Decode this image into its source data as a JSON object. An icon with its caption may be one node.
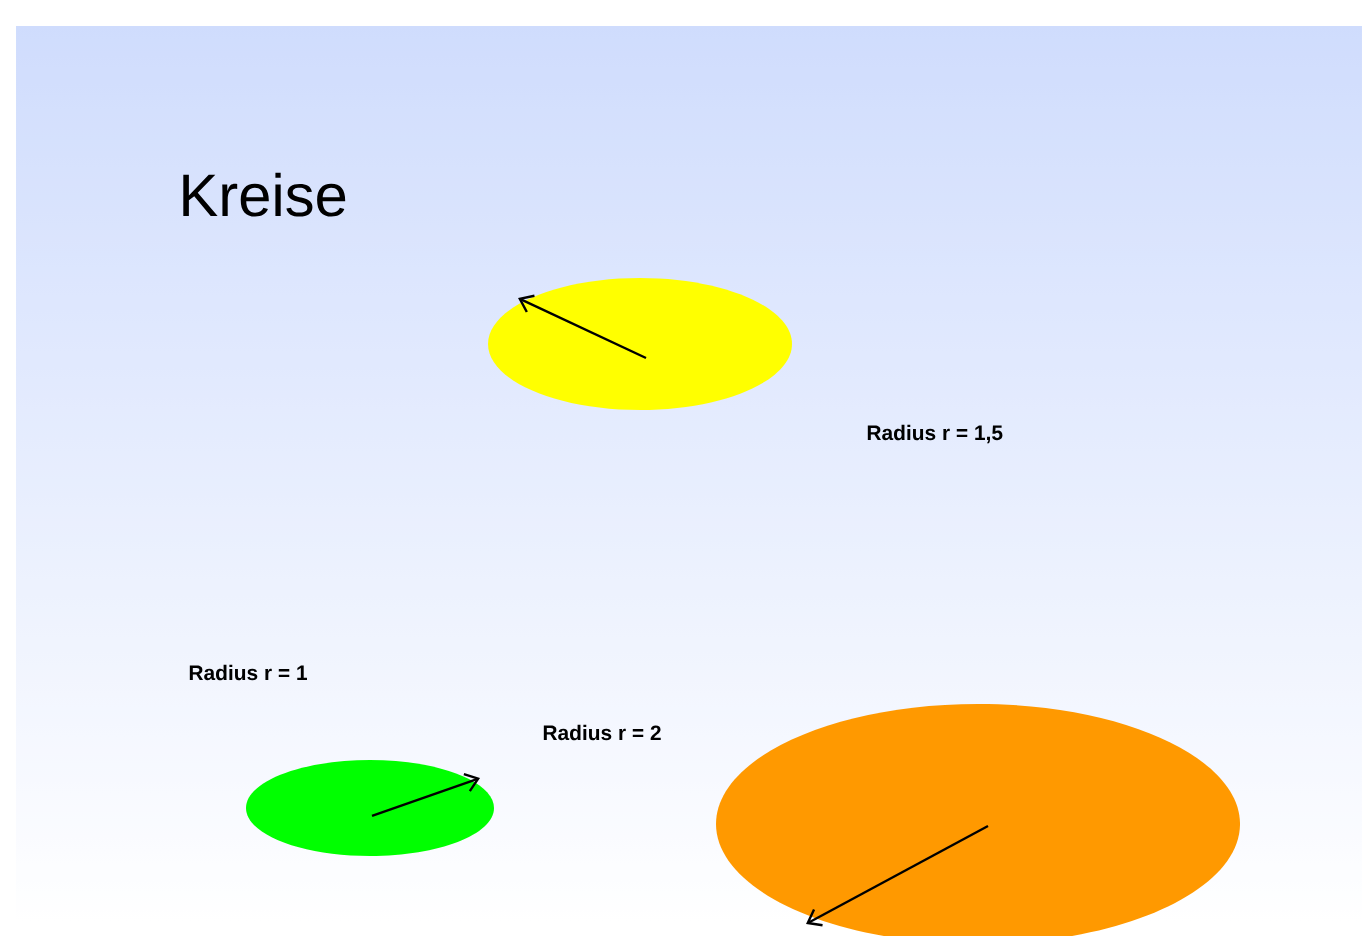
{
  "diagram": {
    "title": "Kreise",
    "labels": [
      "Radius r = 1,5",
      "Radius r = 1",
      "Radius r = 2"
    ]
  }
}
